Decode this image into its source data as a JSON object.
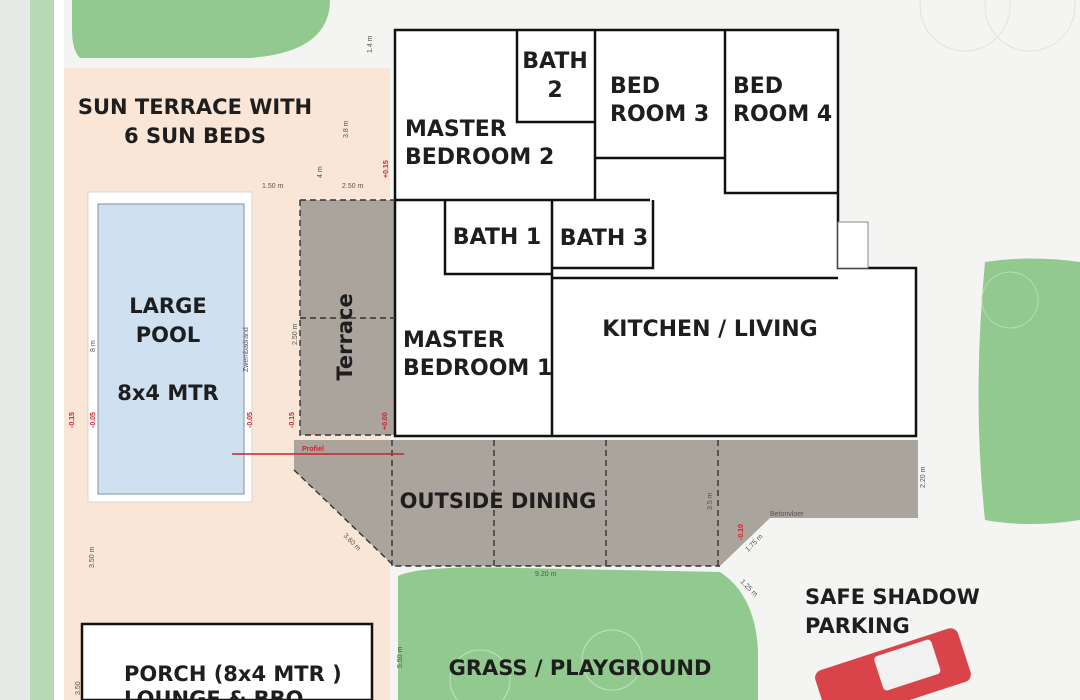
{
  "areas": {
    "sun_terrace": "SUN TERRACE WITH",
    "sun_terrace_2": "6 SUN BEDS",
    "pool_1": "LARGE",
    "pool_2": "POOL",
    "pool_3": "8x4 MTR",
    "terrace": "Terrace",
    "outside_dining": "OUTSIDE DINING",
    "grass": "GRASS / PLAYGROUND",
    "parking_1": "SAFE SHADOW",
    "parking_2": "PARKING",
    "porch_1": "PORCH (8x4 MTR )",
    "porch_2": "LOUNGE & BBQ"
  },
  "rooms": {
    "bath2_1": "BATH",
    "bath2_2": "2",
    "bed3_1": "BED",
    "bed3_2": "ROOM 3",
    "bed4_1": "BED",
    "bed4_2": "ROOM 4",
    "master2_1": "MASTER",
    "master2_2": "BEDROOM 2",
    "bath1": "BATH 1",
    "bath3": "BATH 3",
    "master1_1": "MASTER",
    "master1_2": "BEDROOM 1",
    "kitchen": "KITCHEN / LIVING"
  },
  "dimensions": {
    "d_1_4": "1.4 m",
    "d_3_8": "3.8 m",
    "d_4": "4 m",
    "d_1_50": "1.50 m",
    "d_2_50": "2.50 m",
    "d_2_50v": "2.50 m",
    "d_8": "8 m",
    "d_3_60": "3.60 m",
    "d_3_50": "3.50 m",
    "d_9_20": "9.20 m",
    "d_2_20": "2.20 m",
    "d_1_75": "1.75 m",
    "d_1_25": "1.25 m",
    "d_5_50": "5.50 m",
    "d_3_5": "3.5 m",
    "d_3_50b": "3.50"
  },
  "annotations": {
    "profiel": "Profiel",
    "zwembadrand": "Zwembadrand",
    "betonvloer": "Betonvloer",
    "lvl_m015a": "-0.15",
    "lvl_m005a": "-0.05",
    "lvl_m005b": "-0.05",
    "lvl_m015b": "-0.15",
    "lvl_000": "+0.00",
    "lvl_015": "+0.15",
    "lvl_m010": "-0.10"
  },
  "colors": {
    "terrace_orange": "#fae6d6",
    "pool_blue": "#cfe0f1",
    "grass_green": "#92c98e",
    "paving_grey": "#aaa49d",
    "car_red": "#d9444a"
  }
}
